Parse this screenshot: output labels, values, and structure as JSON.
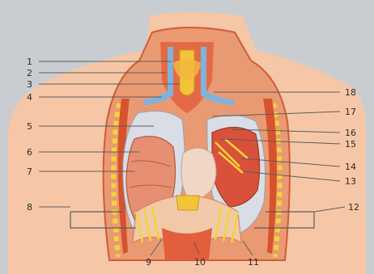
{
  "diagram": {
    "labels": [
      "1",
      "2",
      "3",
      "4",
      "5",
      "6",
      "7",
      "8",
      "9",
      "10",
      "11",
      "12",
      "13",
      "14",
      "15",
      "16",
      "17",
      "18"
    ]
  },
  "colors": {
    "background": "#c9cdd1",
    "skin": "#f6c7a6",
    "tissue": "#e88a5f",
    "muscle": "#d6532e",
    "pleura": "#d9dde6",
    "lung": "#e78f73",
    "vessel_blue": "#7fb2dd",
    "fat_yellow": "#f2d43a",
    "leader_line": "#5c5c5c"
  }
}
